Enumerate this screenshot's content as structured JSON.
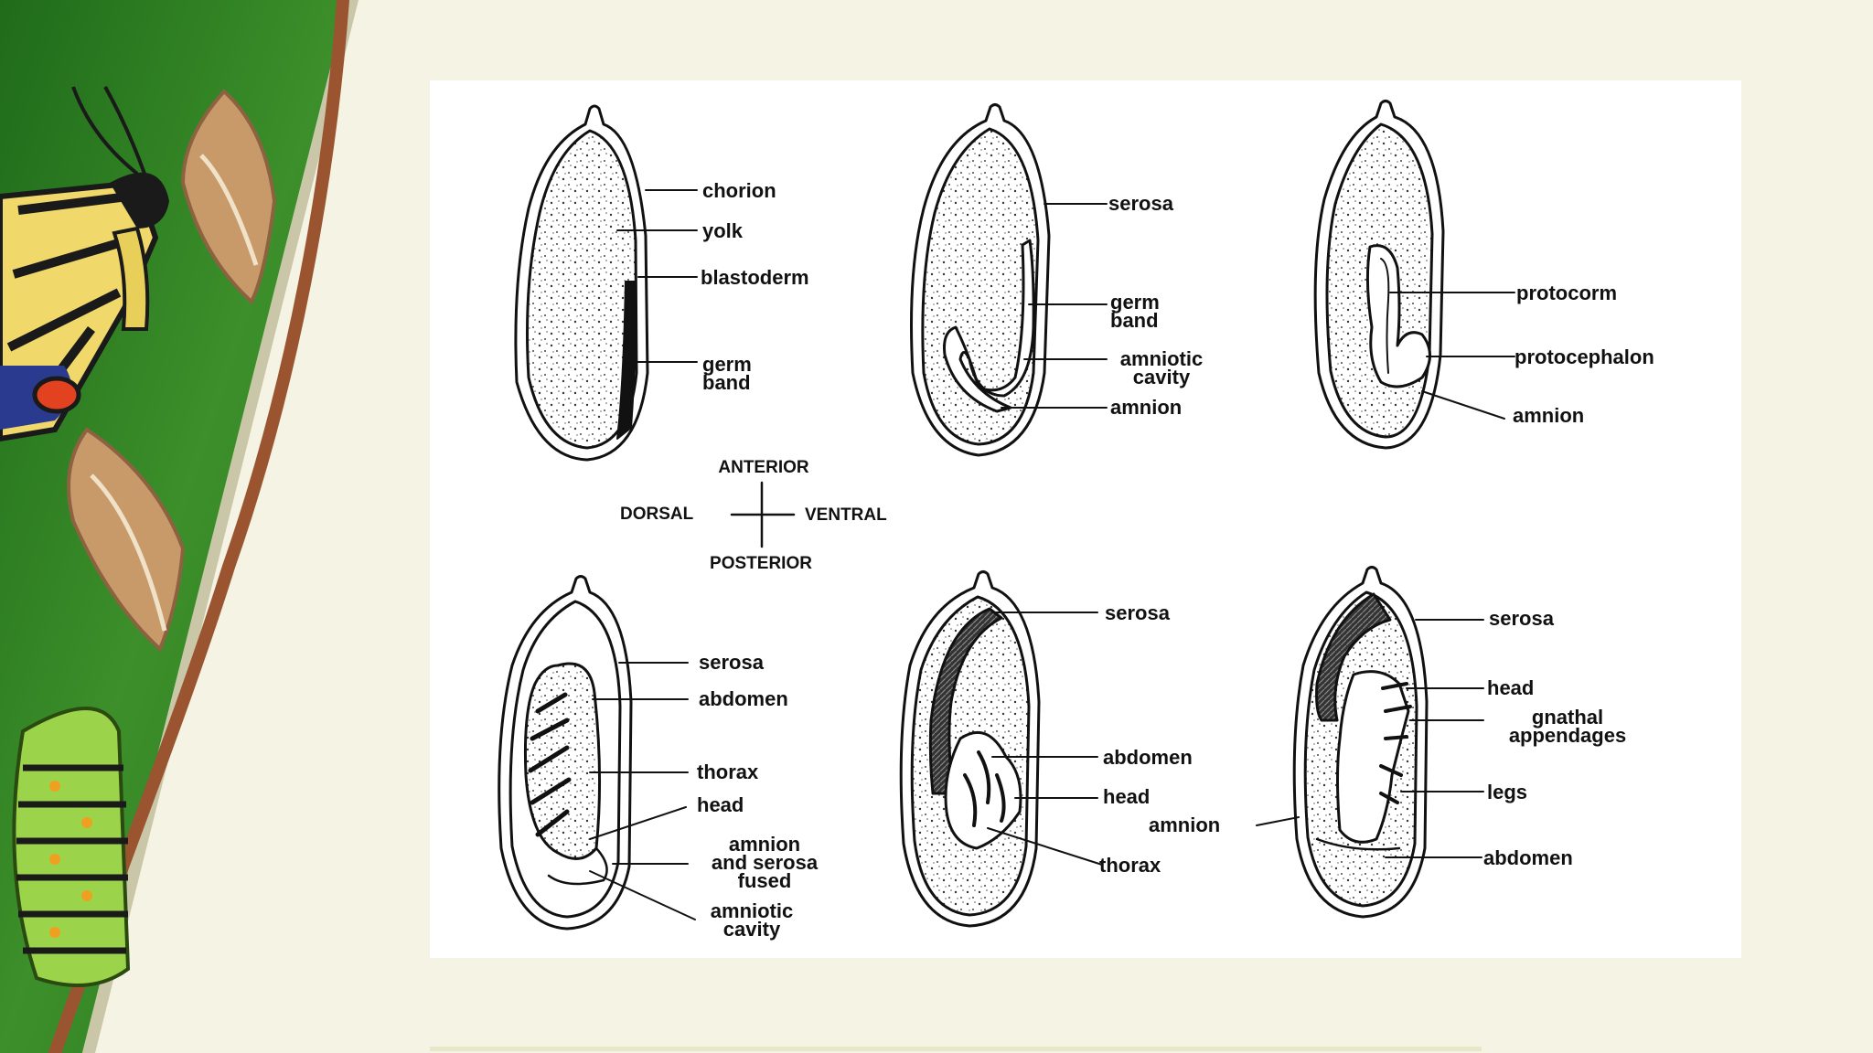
{
  "colors": {
    "background": "#f5f3e3",
    "panel": "#ffffff",
    "ink": "#111111",
    "leaf_green": "#2f7d1f",
    "stem": "#9a5530",
    "butterfly_yellow": "#f0d86a"
  },
  "icons": [
    "swallowtail-butterfly",
    "chrysalis",
    "caterpillar",
    "twig"
  ],
  "stage1": {
    "chorion": "chorion",
    "yolk": "yolk",
    "blastoderm": "blastoderm",
    "germ_band": [
      "germ",
      "band"
    ]
  },
  "stage2": {
    "serosa": "serosa",
    "germ_band": [
      "germ",
      "band"
    ],
    "amniotic_cavity": [
      "amniotic",
      "cavity"
    ],
    "amnion": "amnion"
  },
  "stage3": {
    "protocorm": "protocorm",
    "protocephalon": "protocephalon",
    "amnion": "amnion"
  },
  "orientation": {
    "anterior": "ANTERIOR",
    "posterior": "POSTERIOR",
    "dorsal": "DORSAL",
    "ventral": "VENTRAL"
  },
  "stage4": {
    "serosa": "serosa",
    "abdomen": "abdomen",
    "thorax": "thorax",
    "head": "head",
    "amnion_serosa_fused": [
      "amnion",
      "and serosa",
      "fused"
    ],
    "amniotic_cavity": [
      "amniotic",
      "cavity"
    ]
  },
  "stage5": {
    "serosa": "serosa",
    "abdomen": "abdomen",
    "head": "head",
    "amnion": "amnion",
    "thorax": "thorax"
  },
  "stage6": {
    "serosa": "serosa",
    "head": "head",
    "gnathal_appendages": [
      "gnathal",
      "appendages"
    ],
    "legs": "legs",
    "abdomen": "abdomen"
  }
}
